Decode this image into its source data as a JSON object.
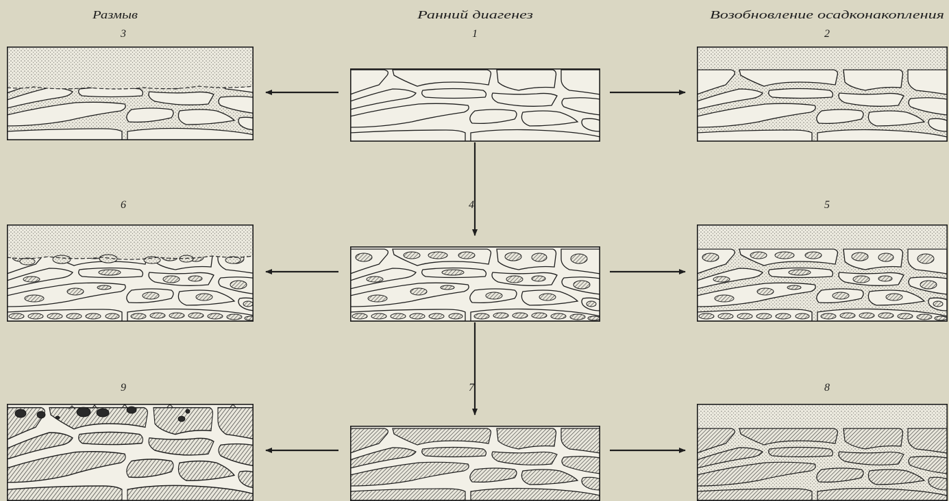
{
  "headers": {
    "erosion": "Размыв",
    "early_diagenesis": "Ранний диагенез",
    "renewed_sedimentation": "Возобновление осадконакопления"
  },
  "panel_numbers": {
    "top_left": "3",
    "top_center": "1",
    "top_right": "2",
    "middle_left": "6",
    "middle_center": "4",
    "middle_right": "5",
    "bottom_left": "9",
    "bottom_center": "7",
    "bottom_right": "8"
  },
  "colors": {
    "paper": "#dad7c3",
    "panel": "#f2f0e7",
    "ink": "#1e1e1e"
  },
  "fill_patterns": {
    "sediment": "stipple",
    "cemented": "hatch"
  }
}
